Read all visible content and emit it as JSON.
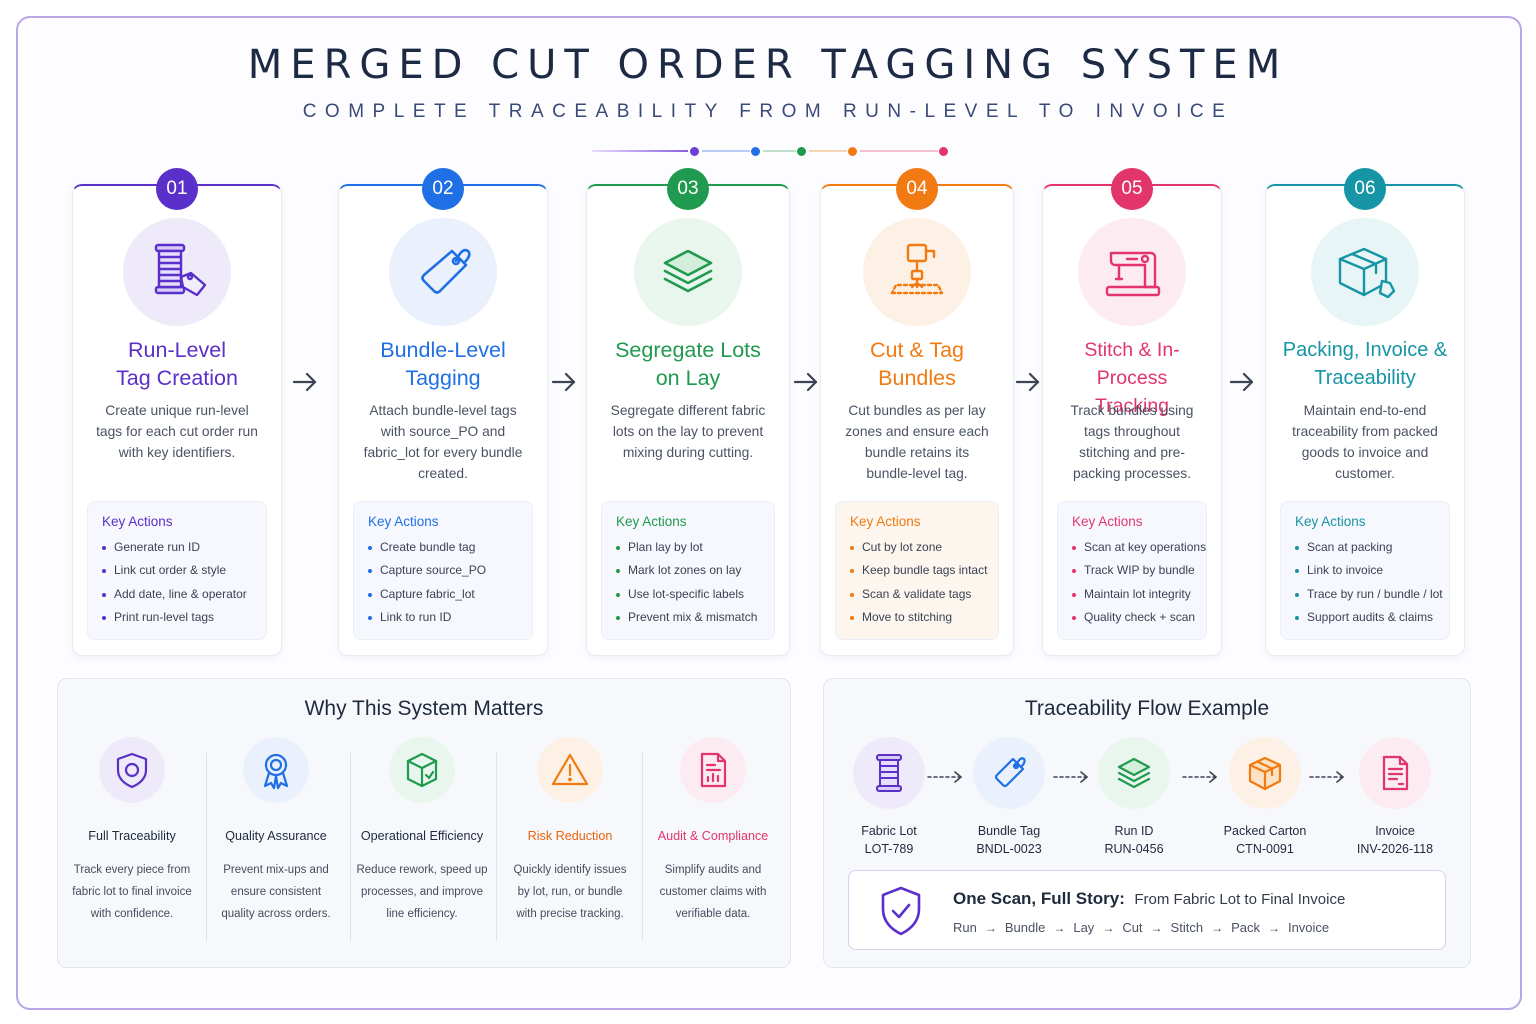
{
  "header": {
    "title": "MERGED CUT ORDER TAGGING SYSTEM",
    "subtitle": "COMPLETE TRACEABILITY FROM RUN-LEVEL TO INVOICE"
  },
  "colors": {
    "step1": "#5b2fc9",
    "step2": "#1f6fe5",
    "step3": "#1f9a4e",
    "step4": "#f17a12",
    "step5": "#e2356c",
    "step6": "#1595a5"
  },
  "steps": [
    {
      "number": "01",
      "title_line1": "Run-Level",
      "title_line2": "Tag Creation",
      "icon": "thread-spool-tag-icon",
      "description": "Create unique run-level tags for each cut order run with key identifiers.",
      "key_title": "Key Actions",
      "actions": [
        "Generate run ID",
        "Link cut order & style",
        "Add date, line & operator",
        "Print run-level tags"
      ]
    },
    {
      "number": "02",
      "title_line1": "Bundle-Level",
      "title_line2": "Tagging",
      "icon": "tag-icon",
      "description": "Attach bundle-level tags with source_PO and fabric_lot for every bundle created.",
      "key_title": "Key Actions",
      "actions": [
        "Create bundle tag",
        "Capture source_PO",
        "Capture fabric_lot",
        "Link to run ID"
      ]
    },
    {
      "number": "03",
      "title_line1": "Segregate Lots",
      "title_line2": "on Lay",
      "icon": "layers-icon",
      "description": "Segregate different fabric lots on the lay to prevent mixing during cutting.",
      "key_title": "Key Actions",
      "actions": [
        "Plan lay by lot",
        "Mark lot zones on lay",
        "Use lot-specific labels",
        "Prevent mix & mismatch"
      ]
    },
    {
      "number": "04",
      "title_line1": "Cut & Tag",
      "title_line2": "Bundles",
      "icon": "cutting-machine-icon",
      "description": "Cut bundles as per lay zones and ensure each bundle retains its bundle-level tag.",
      "key_title": "Key Actions",
      "actions": [
        "Cut by lot zone",
        "Keep bundle tags intact",
        "Scan & validate tags",
        "Move to stitching"
      ]
    },
    {
      "number": "05",
      "title_line1": "Stitch & In-Process",
      "title_line2": "Tracking",
      "icon": "sewing-machine-icon",
      "description": "Track bundles using tags throughout stitching and pre-packing processes.",
      "key_title": "Key Actions",
      "actions": [
        "Scan at key operations",
        "Track WIP by bundle",
        "Maintain lot integrity",
        "Quality check + scan"
      ]
    },
    {
      "number": "06",
      "title_line1": "Packing, Invoice &",
      "title_line2": "Traceability",
      "icon": "package-tag-icon",
      "description": "Maintain end-to-end traceability from packed goods to invoice and customer.",
      "key_title": "Key Actions",
      "actions": [
        "Scan at packing",
        "Link to invoice",
        "Trace by run / bundle / lot",
        "Support audits & claims"
      ]
    }
  ],
  "why": {
    "title": "Why This System Matters",
    "items": [
      {
        "title": "Full Traceability",
        "icon": "shield-icon",
        "desc1": "Track every piece from",
        "desc2": "fabric lot to final invoice",
        "desc3": "with confidence."
      },
      {
        "title": "Quality Assurance",
        "icon": "award-ribbon-icon",
        "desc1": "Prevent mix-ups and",
        "desc2": "ensure consistent",
        "desc3": "quality across orders."
      },
      {
        "title": "Operational Efficiency",
        "icon": "cube-check-icon",
        "desc1": "Reduce rework, speed up",
        "desc2": "processes, and improve",
        "desc3": "line efficiency."
      },
      {
        "title": "Risk Reduction",
        "icon": "warning-icon",
        "desc1": "Quickly identify issues",
        "desc2": "by lot, run, or bundle",
        "desc3": "with precise tracking."
      },
      {
        "title": "Audit & Compliance",
        "icon": "report-document-icon",
        "desc1": "Simplify audits and",
        "desc2": "customer claims with",
        "desc3": "verifiable data."
      }
    ]
  },
  "flow": {
    "title": "Traceability Flow Example",
    "items": [
      {
        "label": "Fabric Lot",
        "value": "LOT-789",
        "icon": "thread-spool-icon"
      },
      {
        "label": "Bundle Tag",
        "value": "BNDL-0023",
        "icon": "tag-icon"
      },
      {
        "label": "Run ID",
        "value": "RUN-0456",
        "icon": "layers-icon"
      },
      {
        "label": "Packed Carton",
        "value": "CTN-0091",
        "icon": "package-icon"
      },
      {
        "label": "Invoice",
        "value": "INV-2026-118",
        "icon": "invoice-icon"
      }
    ],
    "scan_title": "One Scan, Full Story:",
    "scan_subtitle": "From Fabric Lot to Final Invoice",
    "scan_steps": [
      "Run",
      "Bundle",
      "Lay",
      "Cut",
      "Stitch",
      "Pack",
      "Invoice"
    ]
  }
}
